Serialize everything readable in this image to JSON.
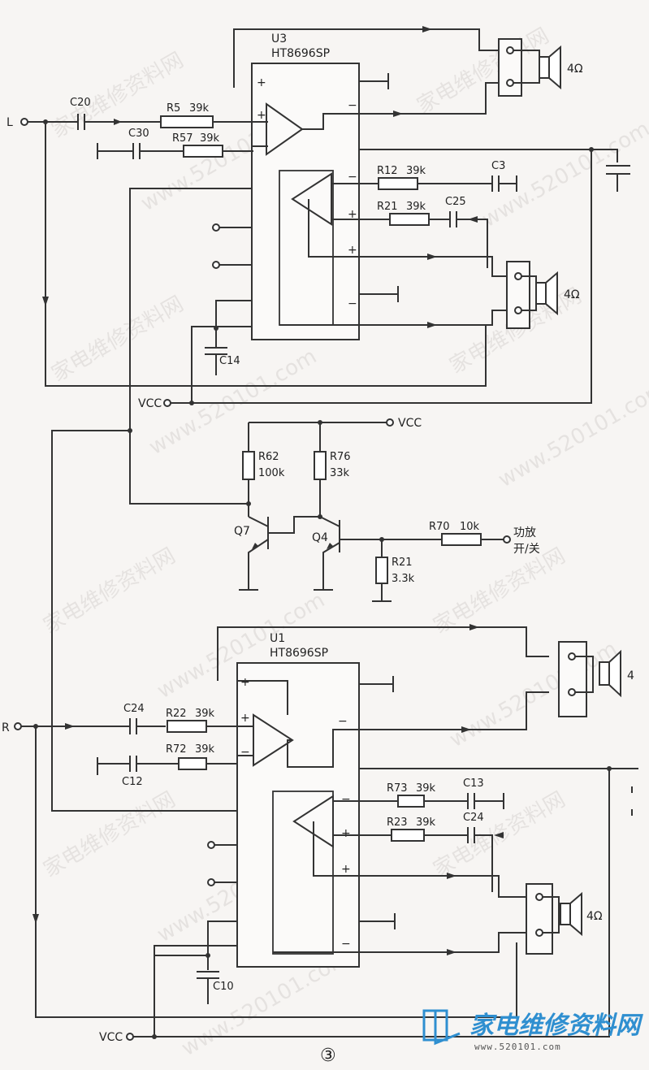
{
  "watermarks": [
    "家电维修资料网",
    "www.520101.com"
  ],
  "logo": {
    "name": "家电维修资料网",
    "url": "www.520101.com",
    "color": "#2f8fd0"
  },
  "figure_number": "③",
  "inputs": {
    "left": "L",
    "right": "R"
  },
  "supply": {
    "vcc": "VCC"
  },
  "control_input": "功放\n开/关",
  "ics": [
    {
      "ref": "U3",
      "part": "HT8696SP"
    },
    {
      "ref": "U1",
      "part": "HT8696SP"
    }
  ],
  "pins": {
    "plus": "+",
    "minus": "−"
  },
  "speakers": [
    "4Ω",
    "4Ω",
    "4",
    "4Ω"
  ],
  "transistors": [
    "Q7",
    "Q4"
  ],
  "resistors": [
    {
      "ref": "R5",
      "value": "39k"
    },
    {
      "ref": "R57",
      "value": "39k"
    },
    {
      "ref": "R12",
      "value": "39k"
    },
    {
      "ref": "R21",
      "value": "39k"
    },
    {
      "ref": "R62",
      "value": "100k"
    },
    {
      "ref": "R76",
      "value": "33k"
    },
    {
      "ref": "R70",
      "value": "10k"
    },
    {
      "ref": "R21",
      "value": "3.3k"
    },
    {
      "ref": "R22",
      "value": "39k"
    },
    {
      "ref": "R72",
      "value": "39k"
    },
    {
      "ref": "R73",
      "value": "39k"
    },
    {
      "ref": "R23",
      "value": "39k"
    }
  ],
  "capacitors": [
    "C20",
    "C30",
    "C3",
    "C25",
    "C14",
    "C24",
    "C12",
    "C13",
    "C24",
    "C10"
  ]
}
